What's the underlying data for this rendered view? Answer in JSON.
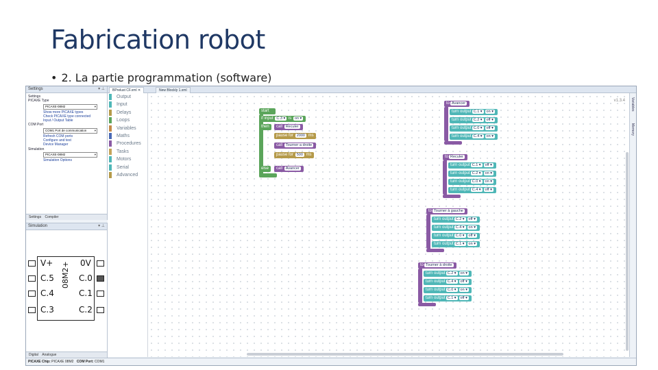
{
  "slide": {
    "title": "Fabrication robot",
    "bullet": "2. La partie programmation (software)"
  },
  "settings_panel": {
    "title": "Settings",
    "tree": [
      {
        "level": 0,
        "text": "Settings"
      },
      {
        "level": 0,
        "text": "PICAXE Type"
      },
      {
        "level": "combo",
        "text": "PICAXE-08M2"
      },
      {
        "level": 2,
        "text": "Show more PICAXE types"
      },
      {
        "level": 2,
        "text": "Check PICAXE type connected"
      },
      {
        "level": 2,
        "text": "Input / Output Table"
      },
      {
        "level": 0,
        "text": "COM Port"
      },
      {
        "level": "combo",
        "text": "COM1 Port de communication"
      },
      {
        "level": 2,
        "text": "Refresh COM ports"
      },
      {
        "level": 2,
        "text": "Configure and test"
      },
      {
        "level": 2,
        "text": "Device Manager"
      },
      {
        "level": 0,
        "text": "Simulation"
      },
      {
        "level": "combo",
        "text": "PICAXE-08M2"
      },
      {
        "level": 2,
        "text": "Simulation Options"
      }
    ],
    "tabs": [
      "Settings",
      "Compiler"
    ]
  },
  "simulation_panel": {
    "title": "Simulation",
    "chip_name": "08M2+",
    "left_pins": [
      "V+",
      "C.5",
      "C.4",
      "C.3"
    ],
    "right_pins": [
      "0V",
      "C.0",
      "C.1",
      "C.2"
    ],
    "tabs": [
      "Digital",
      "Analogue"
    ]
  },
  "editor_tabs": [
    "BPrelust CF.xml",
    "New Blockly 1.xml"
  ],
  "categories": [
    {
      "label": "Output",
      "color": "#4fb7b7"
    },
    {
      "label": "Input",
      "color": "#4fb7b7"
    },
    {
      "label": "Delays",
      "color": "#b59a4a"
    },
    {
      "label": "Loops",
      "color": "#5ba55b"
    },
    {
      "label": "Variables",
      "color": "#c48a4a"
    },
    {
      "label": "Maths",
      "color": "#4a69b5"
    },
    {
      "label": "Procedures",
      "color": "#8a5aa4"
    },
    {
      "label": "Tasks",
      "color": "#c4a45a"
    },
    {
      "label": "Motors",
      "color": "#4fb7b7"
    },
    {
      "label": "Serial",
      "color": "#4fb7b7"
    },
    {
      "label": "Advanced",
      "color": "#b59a4a"
    }
  ],
  "workspace": {
    "version": "v1.3.4",
    "main": {
      "start": "start",
      "if_label": "if input",
      "if_pin": "C.3",
      "if_op": "is",
      "if_state": "on",
      "then_label": "then",
      "call1": "call",
      "call1_target": "Reculer",
      "pause1": "pause for",
      "pause1_val": "2000",
      "pause1_unit": "ms",
      "call2": "call",
      "call2_target": "Tourner a droite",
      "pause2": "pause for",
      "pause2_val": "500",
      "pause2_unit": "ms",
      "else_label": "else",
      "call3": "call",
      "call3_target": "Avancer"
    },
    "procedures": [
      {
        "name": "Avancer",
        "outputs": [
          [
            "C.1",
            "on"
          ],
          [
            "C.2",
            "off"
          ],
          [
            "C.0",
            "off"
          ],
          [
            "C.4",
            "on"
          ]
        ]
      },
      {
        "name": "Reculer",
        "outputs": [
          [
            "C.1",
            "off"
          ],
          [
            "C.2",
            "on"
          ],
          [
            "C.0",
            "on"
          ],
          [
            "C.4",
            "off"
          ]
        ]
      },
      {
        "name": "Tourner à gauche",
        "outputs": [
          [
            "C.2",
            "off"
          ],
          [
            "C.4",
            "on"
          ],
          [
            "C.0",
            "off"
          ],
          [
            "C.1",
            "on"
          ]
        ]
      },
      {
        "name": "Tourner à droite",
        "outputs": [
          [
            "C.2",
            "on"
          ],
          [
            "C.4",
            "off"
          ],
          [
            "C.0",
            "on"
          ],
          [
            "C.1",
            "off"
          ]
        ]
      }
    ],
    "to_label": "to",
    "turn_output_label": "turn output"
  },
  "side_tabs": [
    "Variables",
    "Memory"
  ],
  "statusbar": {
    "chip_label": "PICAXE Chip:",
    "chip_value": "PICAXE 08M2",
    "port_label": "COM Port:",
    "port_value": "COM1"
  }
}
